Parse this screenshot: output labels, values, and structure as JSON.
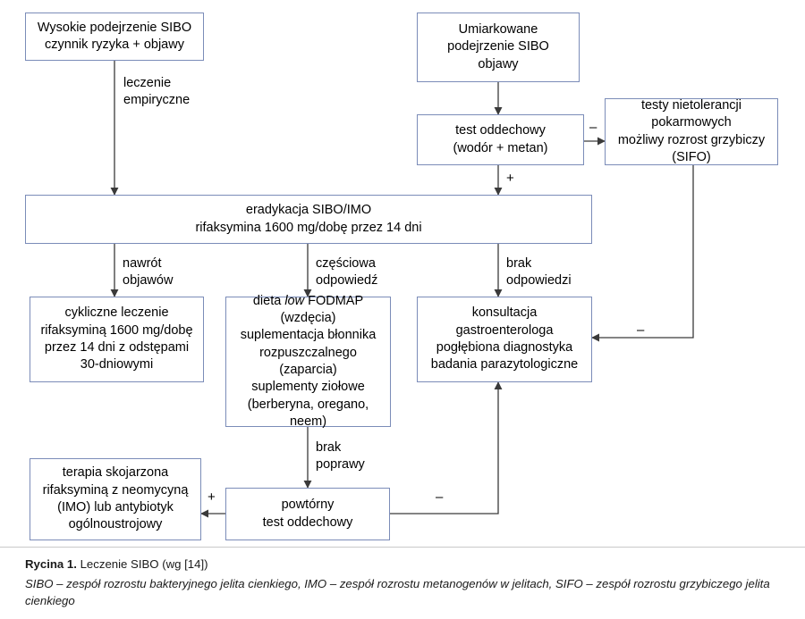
{
  "figure": {
    "nodes": [
      {
        "id": "high-suspicion",
        "lines": [
          "Wysokie podejrzenie SIBO",
          "czynnik ryzyka + objawy"
        ]
      },
      {
        "id": "moderate-suspicion",
        "lines": [
          "Umiarkowane",
          "podejrzenie SIBO",
          "objawy"
        ]
      },
      {
        "id": "breath-test",
        "lines": [
          "test oddechowy",
          "(wodór + metan)"
        ]
      },
      {
        "id": "intolerance-tests",
        "lines": [
          "testy nietolerancji",
          "pokarmowych",
          "możliwy rozrost grzybiczy",
          "(SIFO)"
        ]
      },
      {
        "id": "eradication",
        "lines": [
          "eradykacja SIBO/IMO",
          "rifaksymina 1600 mg/dobę przez 14 dni"
        ]
      },
      {
        "id": "cyclic-treatment",
        "lines": [
          "cykliczne leczenie",
          "rifaksyminą 1600 mg/dobę",
          "przez 14 dni z odstępami",
          "30-dniowymi"
        ]
      },
      {
        "id": "diet-fodmap",
        "lines": [
          "dieta low FODMAP",
          "(wzdęcia)",
          "suplementacja błonnika",
          "rozpuszczalnego (zaparcia)",
          "suplementy ziołowe",
          "(berberyna, oregano,",
          "neem)"
        ]
      },
      {
        "id": "gastro-consult",
        "lines": [
          "konsultacja",
          "gastroenterologa",
          "pogłębiona diagnostyka",
          "badania parazytologiczne"
        ]
      },
      {
        "id": "combined-therapy",
        "lines": [
          "terapia skojarzona",
          "rifaksyminą z neomycyną",
          "(IMO) lub antybiotyk",
          "ogólnoustrojowy"
        ]
      },
      {
        "id": "repeat-breath-test",
        "lines": [
          "powtórny",
          "test oddechowy"
        ]
      }
    ],
    "edge_labels": {
      "empirical": "leczenie\nempiryczne",
      "relapse": "nawrót\nobjawów",
      "partial": "częściowa\nodpowiedź",
      "no-response": "brak\nodpowiedzi",
      "no-improvement": "brak\npoprawy"
    },
    "signs": {
      "breath_negative": "–",
      "breath_positive": "+",
      "sifo_negative": "–",
      "repeat_positive": "+",
      "repeat_negative": "–"
    },
    "colors": {
      "node_border": "#7b8cb8",
      "node_fill": "#ffffff",
      "connector": "#3a3a3a"
    }
  },
  "caption": {
    "title": "Rycina 1.",
    "main": " Leczenie SIBO (wg [14])",
    "legend": "SIBO – zespół rozrostu bakteryjnego jelita cienkiego, IMO – zespół rozrostu metanogenów w jelitach, SIFO – zespół rozrostu grzybiczego jelita cienkiego"
  }
}
